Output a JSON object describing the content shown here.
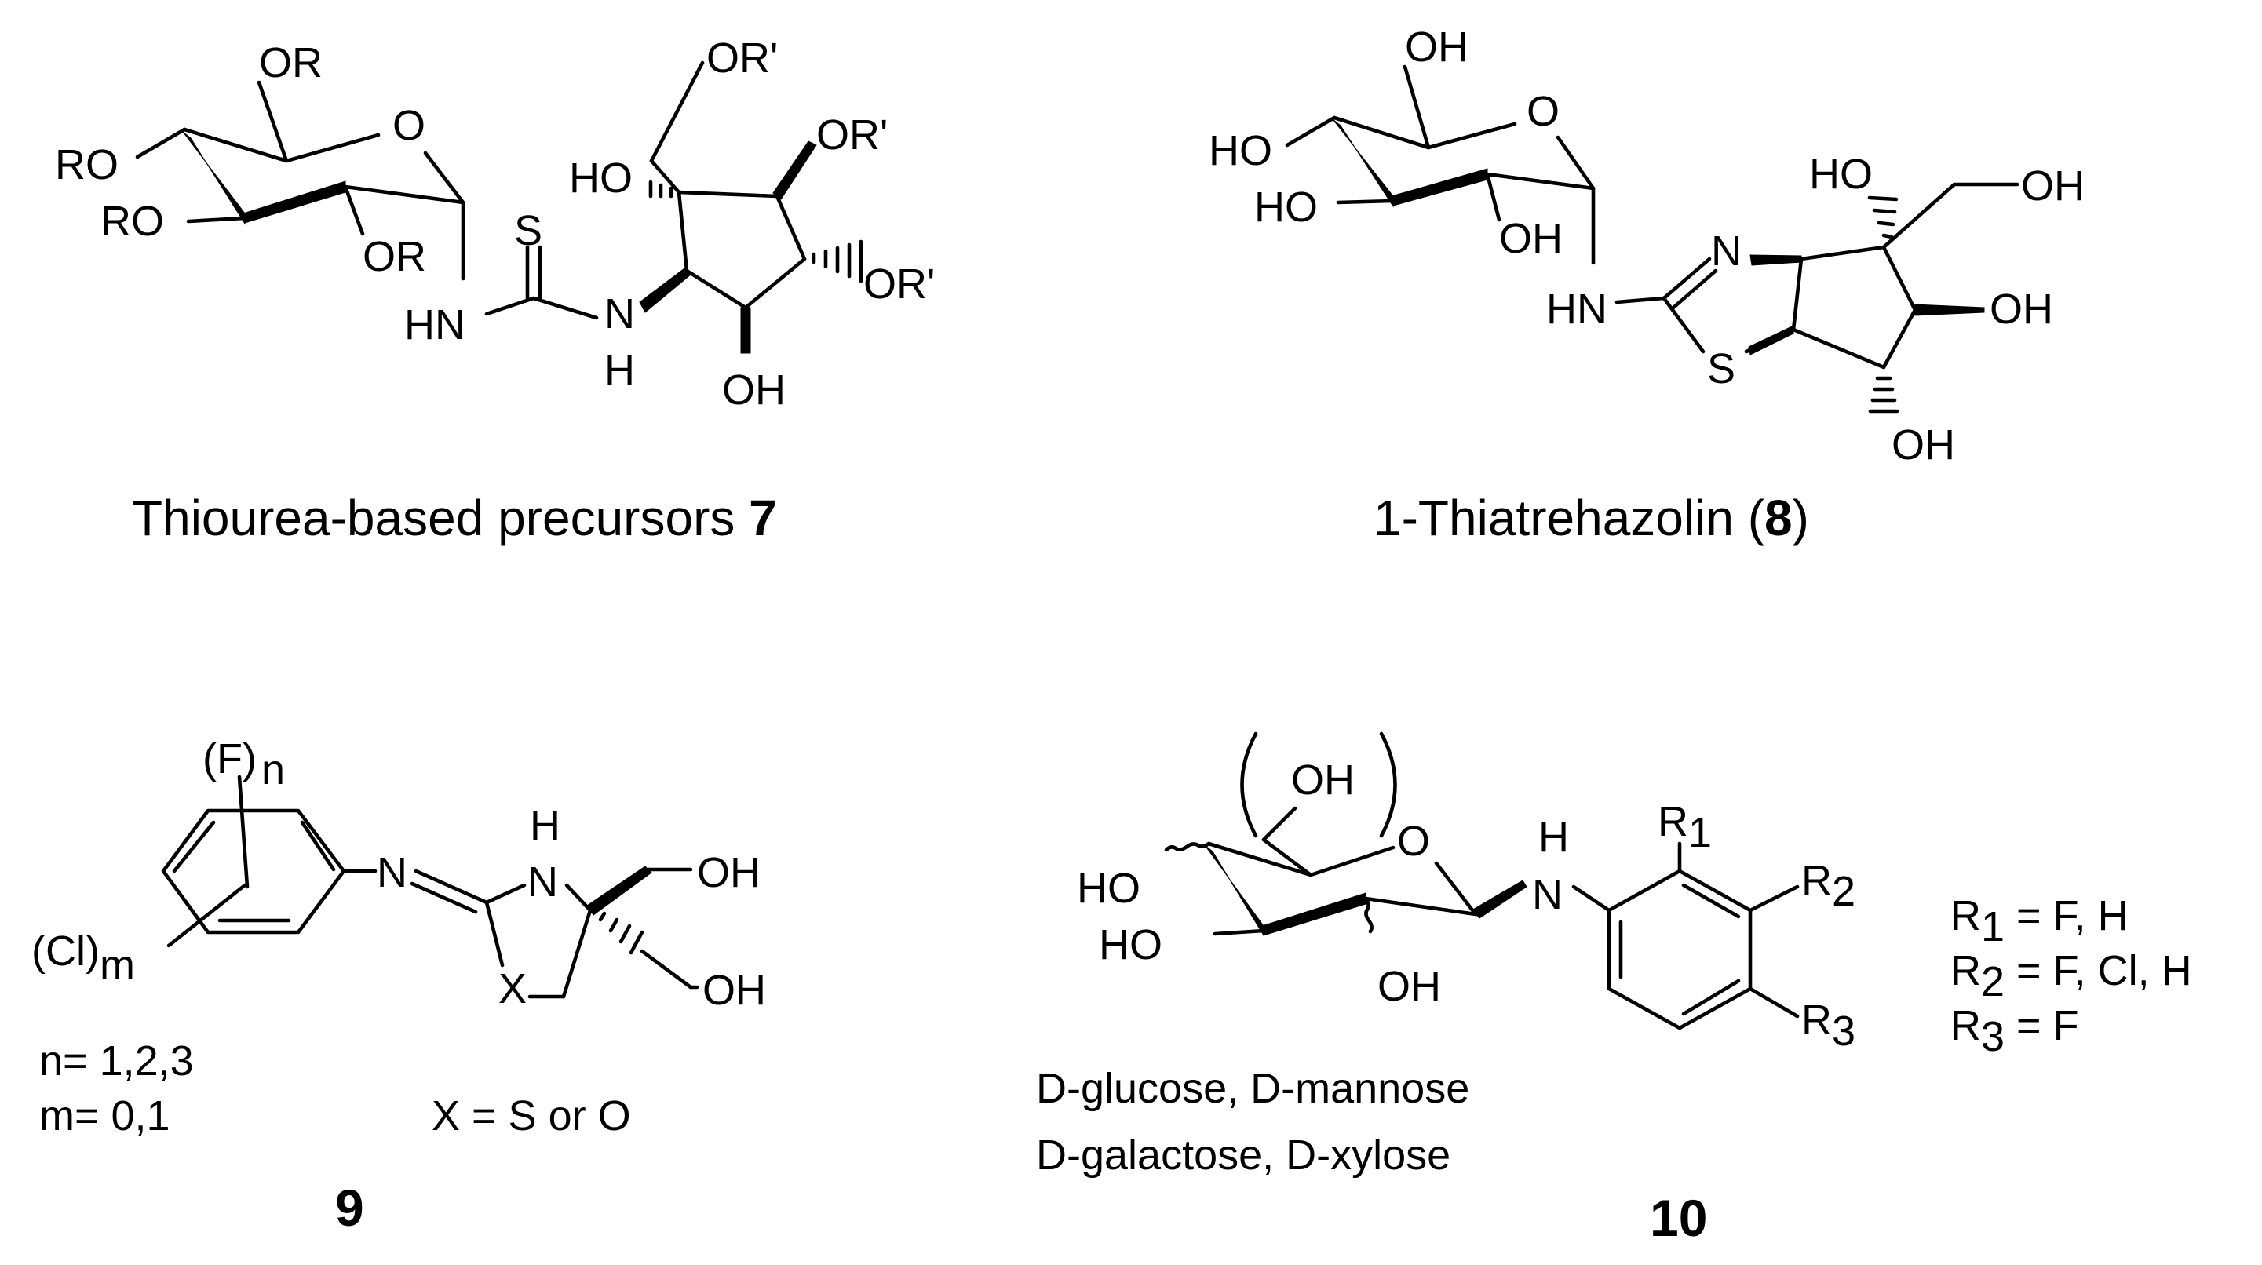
{
  "compounds": {
    "c7": {
      "caption": "Thiourea-based precursors ",
      "number": "7",
      "atoms": {
        "or_top": "OR",
        "o_ring": "O",
        "ro_1": "RO",
        "ro_2": "RO",
        "or_2": "OR",
        "s": "S",
        "hn": "HN",
        "n": "N",
        "h": "H",
        "ho": "HO",
        "orp_top": "OR'",
        "orp_right": "OR'",
        "orp_mid": "OR'",
        "oh": "OH"
      }
    },
    "c8": {
      "caption_pre": "1-Thiatrehazolin (",
      "number": "8",
      "caption_post": ")",
      "atoms": {
        "oh_top": "OH",
        "o_ring": "O",
        "ho_1": "HO",
        "ho_2": "HO",
        "oh_2": "OH",
        "hn": "HN",
        "n": "N",
        "s": "S",
        "ho_cp": "HO",
        "oh_ch2": "OH",
        "oh_right": "OH",
        "oh_bottom": "OH"
      }
    },
    "c9": {
      "number": "9",
      "f_group": "(F)",
      "f_sub": "n",
      "cl_group": "(Cl)",
      "cl_sub": "m",
      "n_imine": "N",
      "h": "H",
      "n_ring": "N",
      "x": "X",
      "oh_1": "OH",
      "oh_2": "OH",
      "n_values": "n= 1,2,3",
      "m_values": "m= 0,1",
      "x_values": "X = S or O"
    },
    "c10": {
      "number": "10",
      "oh_top": "OH",
      "paren_open": "(",
      "paren_close": ")",
      "o_ring": "O",
      "ho_1": "HO",
      "ho_2": "HO",
      "oh_2": "OH",
      "h": "H",
      "n": "N",
      "r1": "R",
      "r1_sub": "1",
      "r2": "R",
      "r2_sub": "2",
      "r3": "R",
      "r3_sub": "3",
      "sugars_line1": {
        "d1": "D",
        "t1": "-glucose, ",
        "d2": "D",
        "t2": "-mannose"
      },
      "sugars_line2": {
        "d1": "D",
        "t1": "-galactose, ",
        "d2": "D",
        "t2": "-xylose"
      },
      "legend": [
        {
          "r": "R",
          "sub": "1",
          "text": " = F, H"
        },
        {
          "r": "R",
          "sub": "2",
          "text": " = F, Cl, H"
        },
        {
          "r": "R",
          "sub": "3",
          "text": " = F"
        }
      ]
    }
  }
}
